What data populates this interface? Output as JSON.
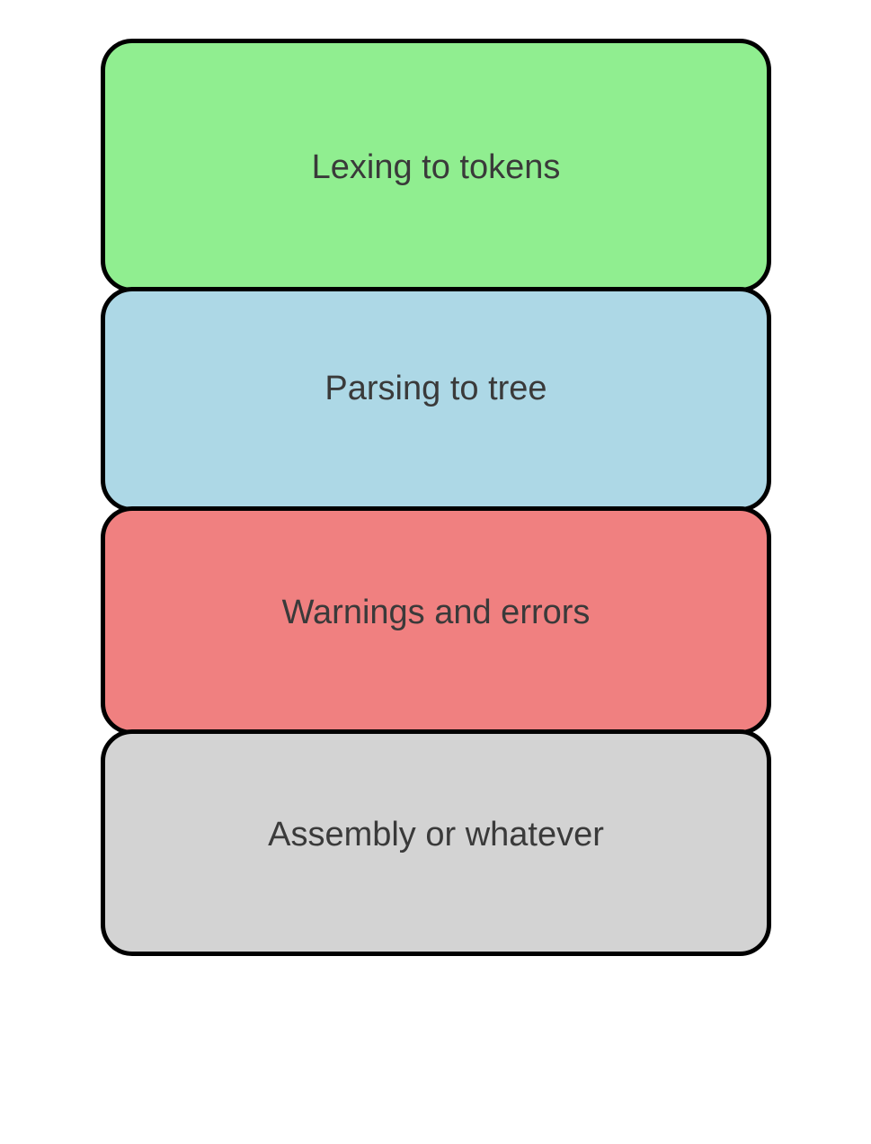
{
  "stages": [
    {
      "label": "Lexing to tokens",
      "fill": "#90EE90"
    },
    {
      "label": "Parsing to tree",
      "fill": "#ADD8E6"
    },
    {
      "label": "Warnings and errors",
      "fill": "#F08080"
    },
    {
      "label": "Assembly or whatever",
      "fill": "#D3D3D3"
    }
  ],
  "style": {
    "border_color": "#000000",
    "text_color": "#3A3A3A",
    "background": "#FFFFFF"
  }
}
